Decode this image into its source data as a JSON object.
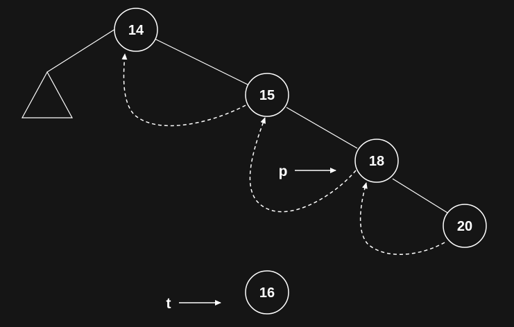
{
  "diagram": {
    "nodes": [
      {
        "id": "n14",
        "label": "14"
      },
      {
        "id": "n15",
        "label": "15"
      },
      {
        "id": "n18",
        "label": "18"
      },
      {
        "id": "n20",
        "label": "20"
      },
      {
        "id": "n16",
        "label": "16"
      }
    ],
    "edges": [
      {
        "from": "subtree",
        "to": "n14"
      },
      {
        "from": "n14",
        "to": "n15"
      },
      {
        "from": "n15",
        "to": "n18"
      },
      {
        "from": "n18",
        "to": "n20"
      }
    ],
    "back_pointers": [
      {
        "from": "n15",
        "to": "n14"
      },
      {
        "from": "n18",
        "to": "n15"
      },
      {
        "from": "n20",
        "to": "n18"
      }
    ],
    "pointers": [
      {
        "label": "p",
        "target": "n18"
      },
      {
        "label": "t",
        "target": "n16"
      }
    ],
    "colors": {
      "background": "#151515",
      "stroke": "#ffffff",
      "text": "#ffffff"
    }
  }
}
